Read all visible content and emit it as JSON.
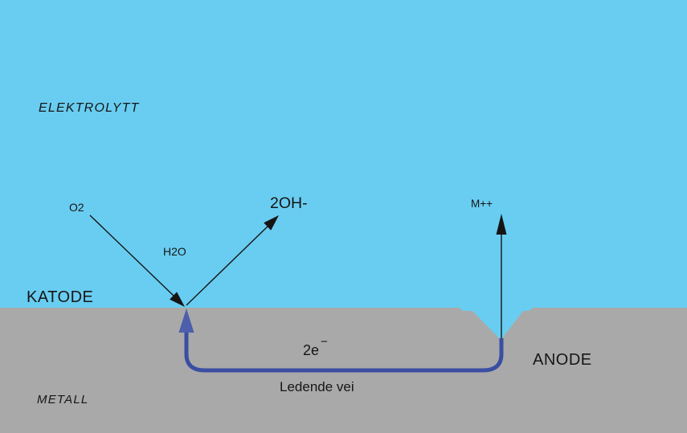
{
  "diagram": {
    "title_semantic": "corrosion-cell-diagram",
    "labels": {
      "electrolyte": "ELEKTROLYTT",
      "metal": "METALL",
      "cathode": "KATODE",
      "anode": "ANODE",
      "oxygen": "O2",
      "water": "H2O",
      "hydroxide": "2OH-",
      "metal_ion": "M++",
      "electrons_base": "2e",
      "electrons_superscript": "−",
      "conductive_path": "Ledende vei"
    },
    "colors": {
      "electrolyte_fill": "#69CDF1",
      "metal_fill": "#A9A9A9",
      "electron_path_stroke": "#3A4EA2",
      "electron_arrowhead_fill": "#4C5EAC",
      "reaction_arrow_color": "#151515",
      "text_color": "#161616"
    }
  }
}
